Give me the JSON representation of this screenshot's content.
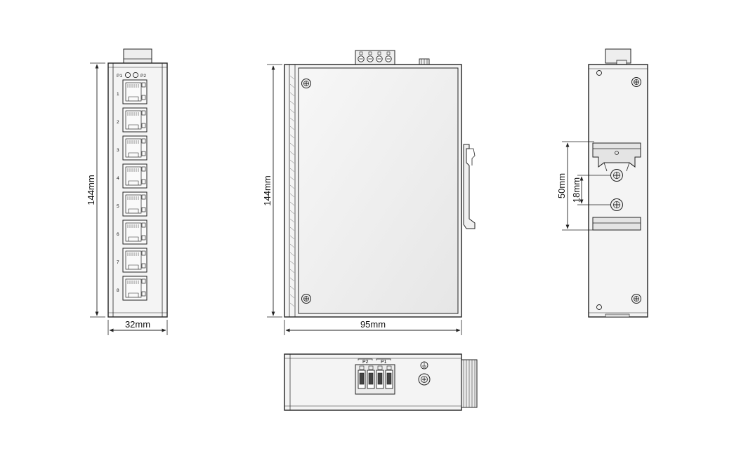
{
  "front_view": {
    "height_dim": "144mm",
    "width_dim": "32mm",
    "led_labels": [
      "P1",
      "P2"
    ],
    "port_numbers": [
      "1",
      "2",
      "3",
      "4",
      "5",
      "6",
      "7",
      "8"
    ]
  },
  "side_view": {
    "height_dim": "144mm",
    "depth_dim": "95mm"
  },
  "rear_view": {
    "rail_dim": "50mm",
    "screw_spacing_dim": "18mm"
  },
  "top_view": {
    "terminal_labels": [
      "P2",
      "P1"
    ]
  },
  "colors": {
    "line": "#222222",
    "panel_fill": "#f4f4f4",
    "face_fill": "#ececec"
  }
}
